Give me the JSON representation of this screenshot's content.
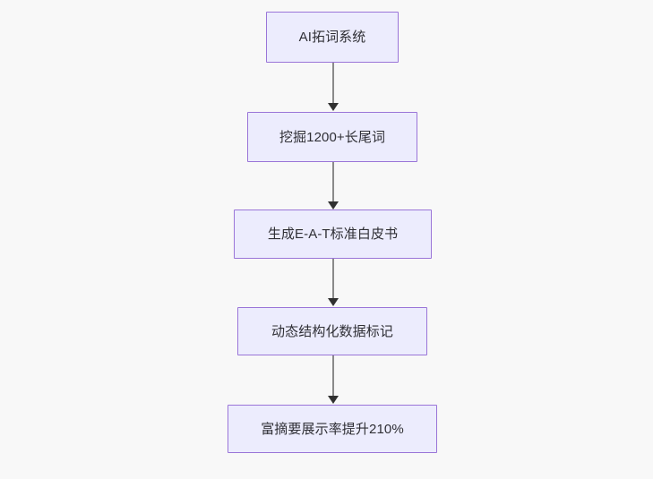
{
  "diagram": {
    "type": "flowchart",
    "direction": "top-to-bottom",
    "background_color": "#f8f8f8",
    "node_fill_color": "#ececfd",
    "node_border_color": "#9a75d8",
    "node_text_color": "#2f2f35",
    "edge_color": "#8a8a8a",
    "arrow_color": "#303030",
    "nodes": [
      {
        "id": "n1",
        "label": "AI拓词系统"
      },
      {
        "id": "n2",
        "label": "挖掘1200+长尾词"
      },
      {
        "id": "n3",
        "label": "生成E-A-T标准白皮书"
      },
      {
        "id": "n4",
        "label": "动态结构化数据标记"
      },
      {
        "id": "n5",
        "label": "富摘要展示率提升210%"
      }
    ],
    "edges": [
      {
        "id": "e1",
        "from": "n1",
        "to": "n2",
        "label": ""
      },
      {
        "id": "e2",
        "from": "n2",
        "to": "n3",
        "label": ""
      },
      {
        "id": "e3",
        "from": "n3",
        "to": "n4",
        "label": ""
      },
      {
        "id": "e4",
        "from": "n4",
        "to": "n5",
        "label": ""
      }
    ]
  }
}
